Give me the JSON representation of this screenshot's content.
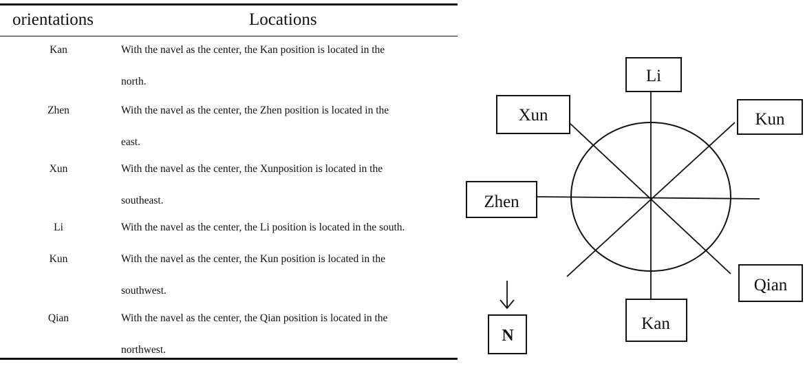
{
  "table": {
    "headers": {
      "orientations": "orientations",
      "locations": "Locations"
    },
    "rows": [
      {
        "orientation": "Kan",
        "line1": "With the navel as the center, the Kan position is located in the",
        "line2": "north."
      },
      {
        "orientation": "Zhen",
        "line1": "With the navel as the center, the Zhen position is located in the",
        "line2": "east."
      },
      {
        "orientation": "Xun",
        "line1": "With the navel as the center, the Xunposition is located in the",
        "line2": "southeast."
      },
      {
        "orientation": "Li",
        "line1": "With the navel as the center, the Li position is located in the south.",
        "line2": ""
      },
      {
        "orientation": "Kun",
        "line1": "With the navel as the center, the Kun position is located in the",
        "line2": "southwest."
      },
      {
        "orientation": "Qian",
        "line1": "With the navel as the center, the Qian position is located in the",
        "line2": "northwest."
      }
    ]
  },
  "diagram": {
    "labels": {
      "li": "Li",
      "xun": "Xun",
      "kun": "Kun",
      "zhen": "Zhen",
      "qian": "Qian",
      "kan": "Kan",
      "north": "N"
    },
    "arrow_icon": "down-arrow-icon"
  }
}
